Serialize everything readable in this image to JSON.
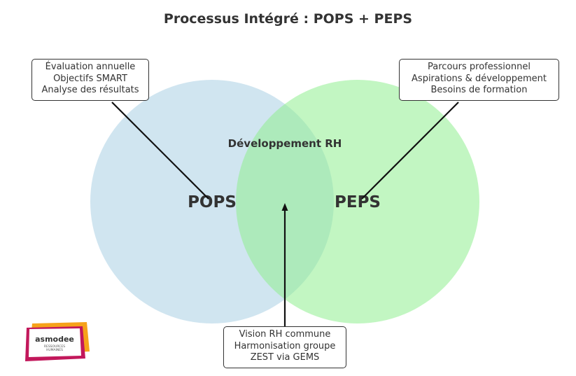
{
  "title": "Processus Intégré : POPS + PEPS",
  "circles": {
    "left": {
      "label": "POPS",
      "color": "#a9cfe3"
    },
    "right": {
      "label": "PEPS",
      "color": "#90ee90"
    },
    "overlap_label": "Développement RH"
  },
  "notes": {
    "pops": [
      "Évaluation annuelle",
      "Objectifs SMART",
      "Analyse des résultats"
    ],
    "peps": [
      "Parcours professionnel",
      "Aspirations & développement",
      "Besoins de formation"
    ],
    "common": [
      "Vision RH commune",
      "Harmonisation groupe",
      "ZEST via GEMS"
    ]
  },
  "logo": {
    "brand": "asmodee",
    "subtitle_line1": "RESSOURCES",
    "subtitle_line2": "HUMAINES"
  }
}
